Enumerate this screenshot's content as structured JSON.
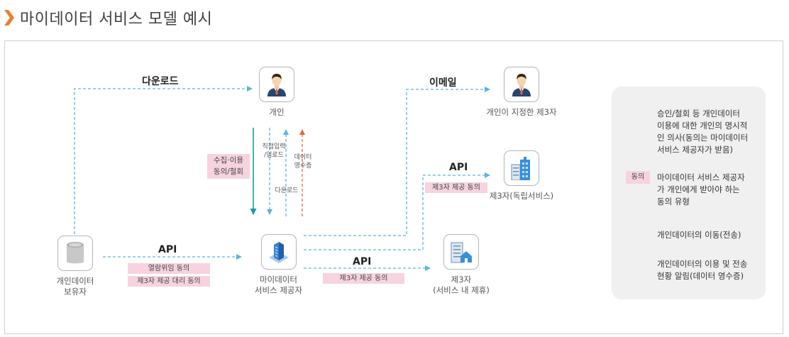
{
  "title": "마이데이터 서비스 모델 예시",
  "colors": {
    "accent": "#f07d2a",
    "teal": "#1a9a9a",
    "dashed_blue": "#5ab4dd",
    "dashed_orange": "#e8663d",
    "pink_box": "#f6d3df"
  },
  "nodes": {
    "individual": "개인",
    "data_holder": "개인데이터\n보유자",
    "provider": "마이데이터\n서비스 제공자",
    "third_party_designated": "개인이 지정한 제3자",
    "third_party_independent": "제3자(독립서비스)",
    "third_party_affiliate": "제3자\n(서비스 내 제휴)"
  },
  "flows": {
    "download": "다운로드",
    "email": "이메일",
    "api_holder": "API",
    "api_independent": "API",
    "api_affiliate": "API",
    "direct_input": "직접입력\n/업로드",
    "download_small": "다운로드",
    "receipt": "데이터\n영수증"
  },
  "consents": {
    "collect_use": "수집·이용\n동의/철회",
    "view_delegation": "열람위임 동의",
    "third_party_proxy": "제3자 제공 대리 동의",
    "third_party_affiliate": "제3자 제공 동의",
    "third_party_independent": "제3자 제공 동의"
  },
  "legend": {
    "teal_arrow": "승인/철회 등 개인데이터\n이용에 대한 개인의 명시적\n인 의사(동의는 마이데이터\n서비스 제공자가 받음)",
    "pink_swatch": "동의",
    "pink_text": "마이데이터 서비스 제공자\n가 개인에게 받아야 하는\n동의 유형",
    "blue_arrow": "개인데이터의 이동(전송)",
    "orange_arrow": "개인데이터의 이용 및 전송\n현황 알림(데이터 영수증)"
  }
}
